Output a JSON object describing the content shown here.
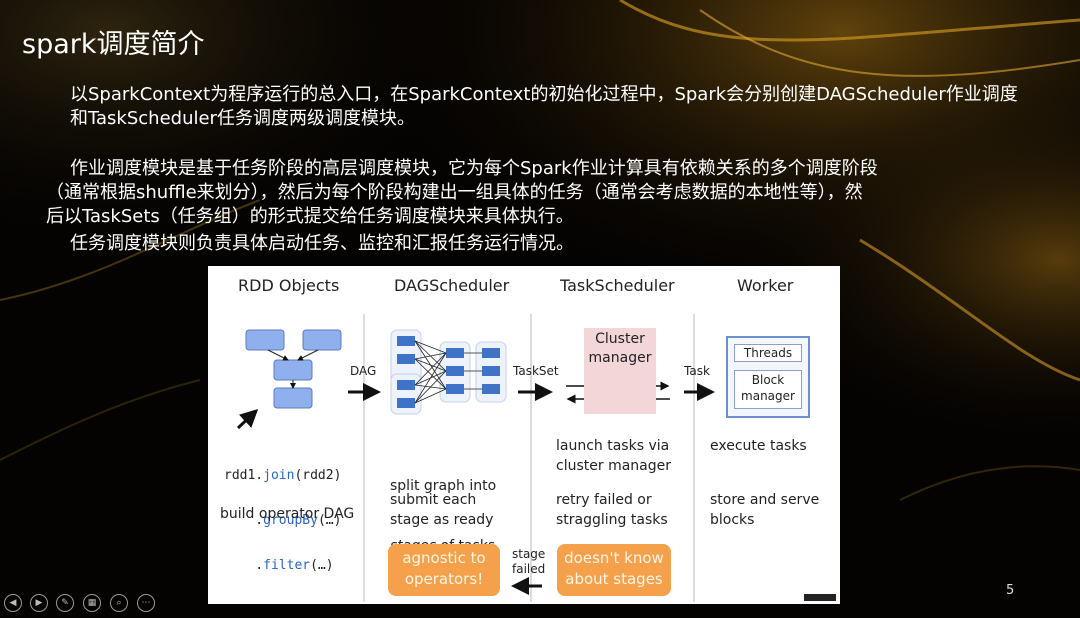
{
  "slide": {
    "title": "spark调度简介",
    "paragraph1": "以SparkContext为程序运行的总入口，在SparkContext的初始化过程中，Spark会分别创建DAGScheduler作业调度和TaskScheduler任务调度两级调度模块。",
    "paragraph2_line1": "作业调度模块是基于任务阶段的高层调度模块，它为每个Spark作业计算具有依赖关系的多个调度阶段",
    "paragraph2_line2": "（通常根据shuffle来划分），然后为每个阶段构建出一组具体的任务（通常会考虑数据的本地性等），然",
    "paragraph2_line3": "后以TaskSets（任务组）的形式提交给任务调度模块来具体执行。",
    "paragraph3": "任务调度模块则负责具体启动任务、监控和汇报任务运行情况。",
    "page_number": "5"
  },
  "diagram": {
    "headers": [
      "RDD Objects",
      "DAGScheduler",
      "TaskScheduler",
      "Worker"
    ],
    "arrow_labels": {
      "dag": "DAG",
      "taskset": "TaskSet",
      "task": "Task",
      "stage_failed": "stage\nfailed"
    },
    "cluster_manager": "Cluster\nmanager",
    "worker_threads": "Threads",
    "worker_block_manager": "Block\nmanager",
    "code": {
      "l1_a": "rdd1.",
      "l1_b": "join",
      "l1_c": "(rdd2)",
      "l2_a": "    .",
      "l2_b": "groupBy",
      "l2_c": "(…)",
      "l3_a": "    .",
      "l3_b": "filter",
      "l3_c": "(…)"
    },
    "rdd_desc": "build operator DAG",
    "dag_desc1_a": "split graph into",
    "dag_desc1_b": "stages",
    "dag_desc1_c": " of tasks",
    "dag_desc2": "submit each\nstage as ready",
    "ts_desc1": "launch tasks via\ncluster manager",
    "ts_desc2": "retry failed or\nstraggling tasks",
    "worker_desc1": "execute tasks",
    "worker_desc2": "store and serve\nblocks",
    "agnostic": "agnostic to\noperators!",
    "doesnt_know": "doesn't know\nabout stages"
  },
  "controls": [
    "prev-icon",
    "next-icon",
    "pen-icon",
    "slides-icon",
    "zoom-icon",
    "more-icon"
  ],
  "colors": {
    "box_blue": "#8fb0ec",
    "orange": "#f5a04a",
    "cluster_pink": "#f2d6d8"
  }
}
